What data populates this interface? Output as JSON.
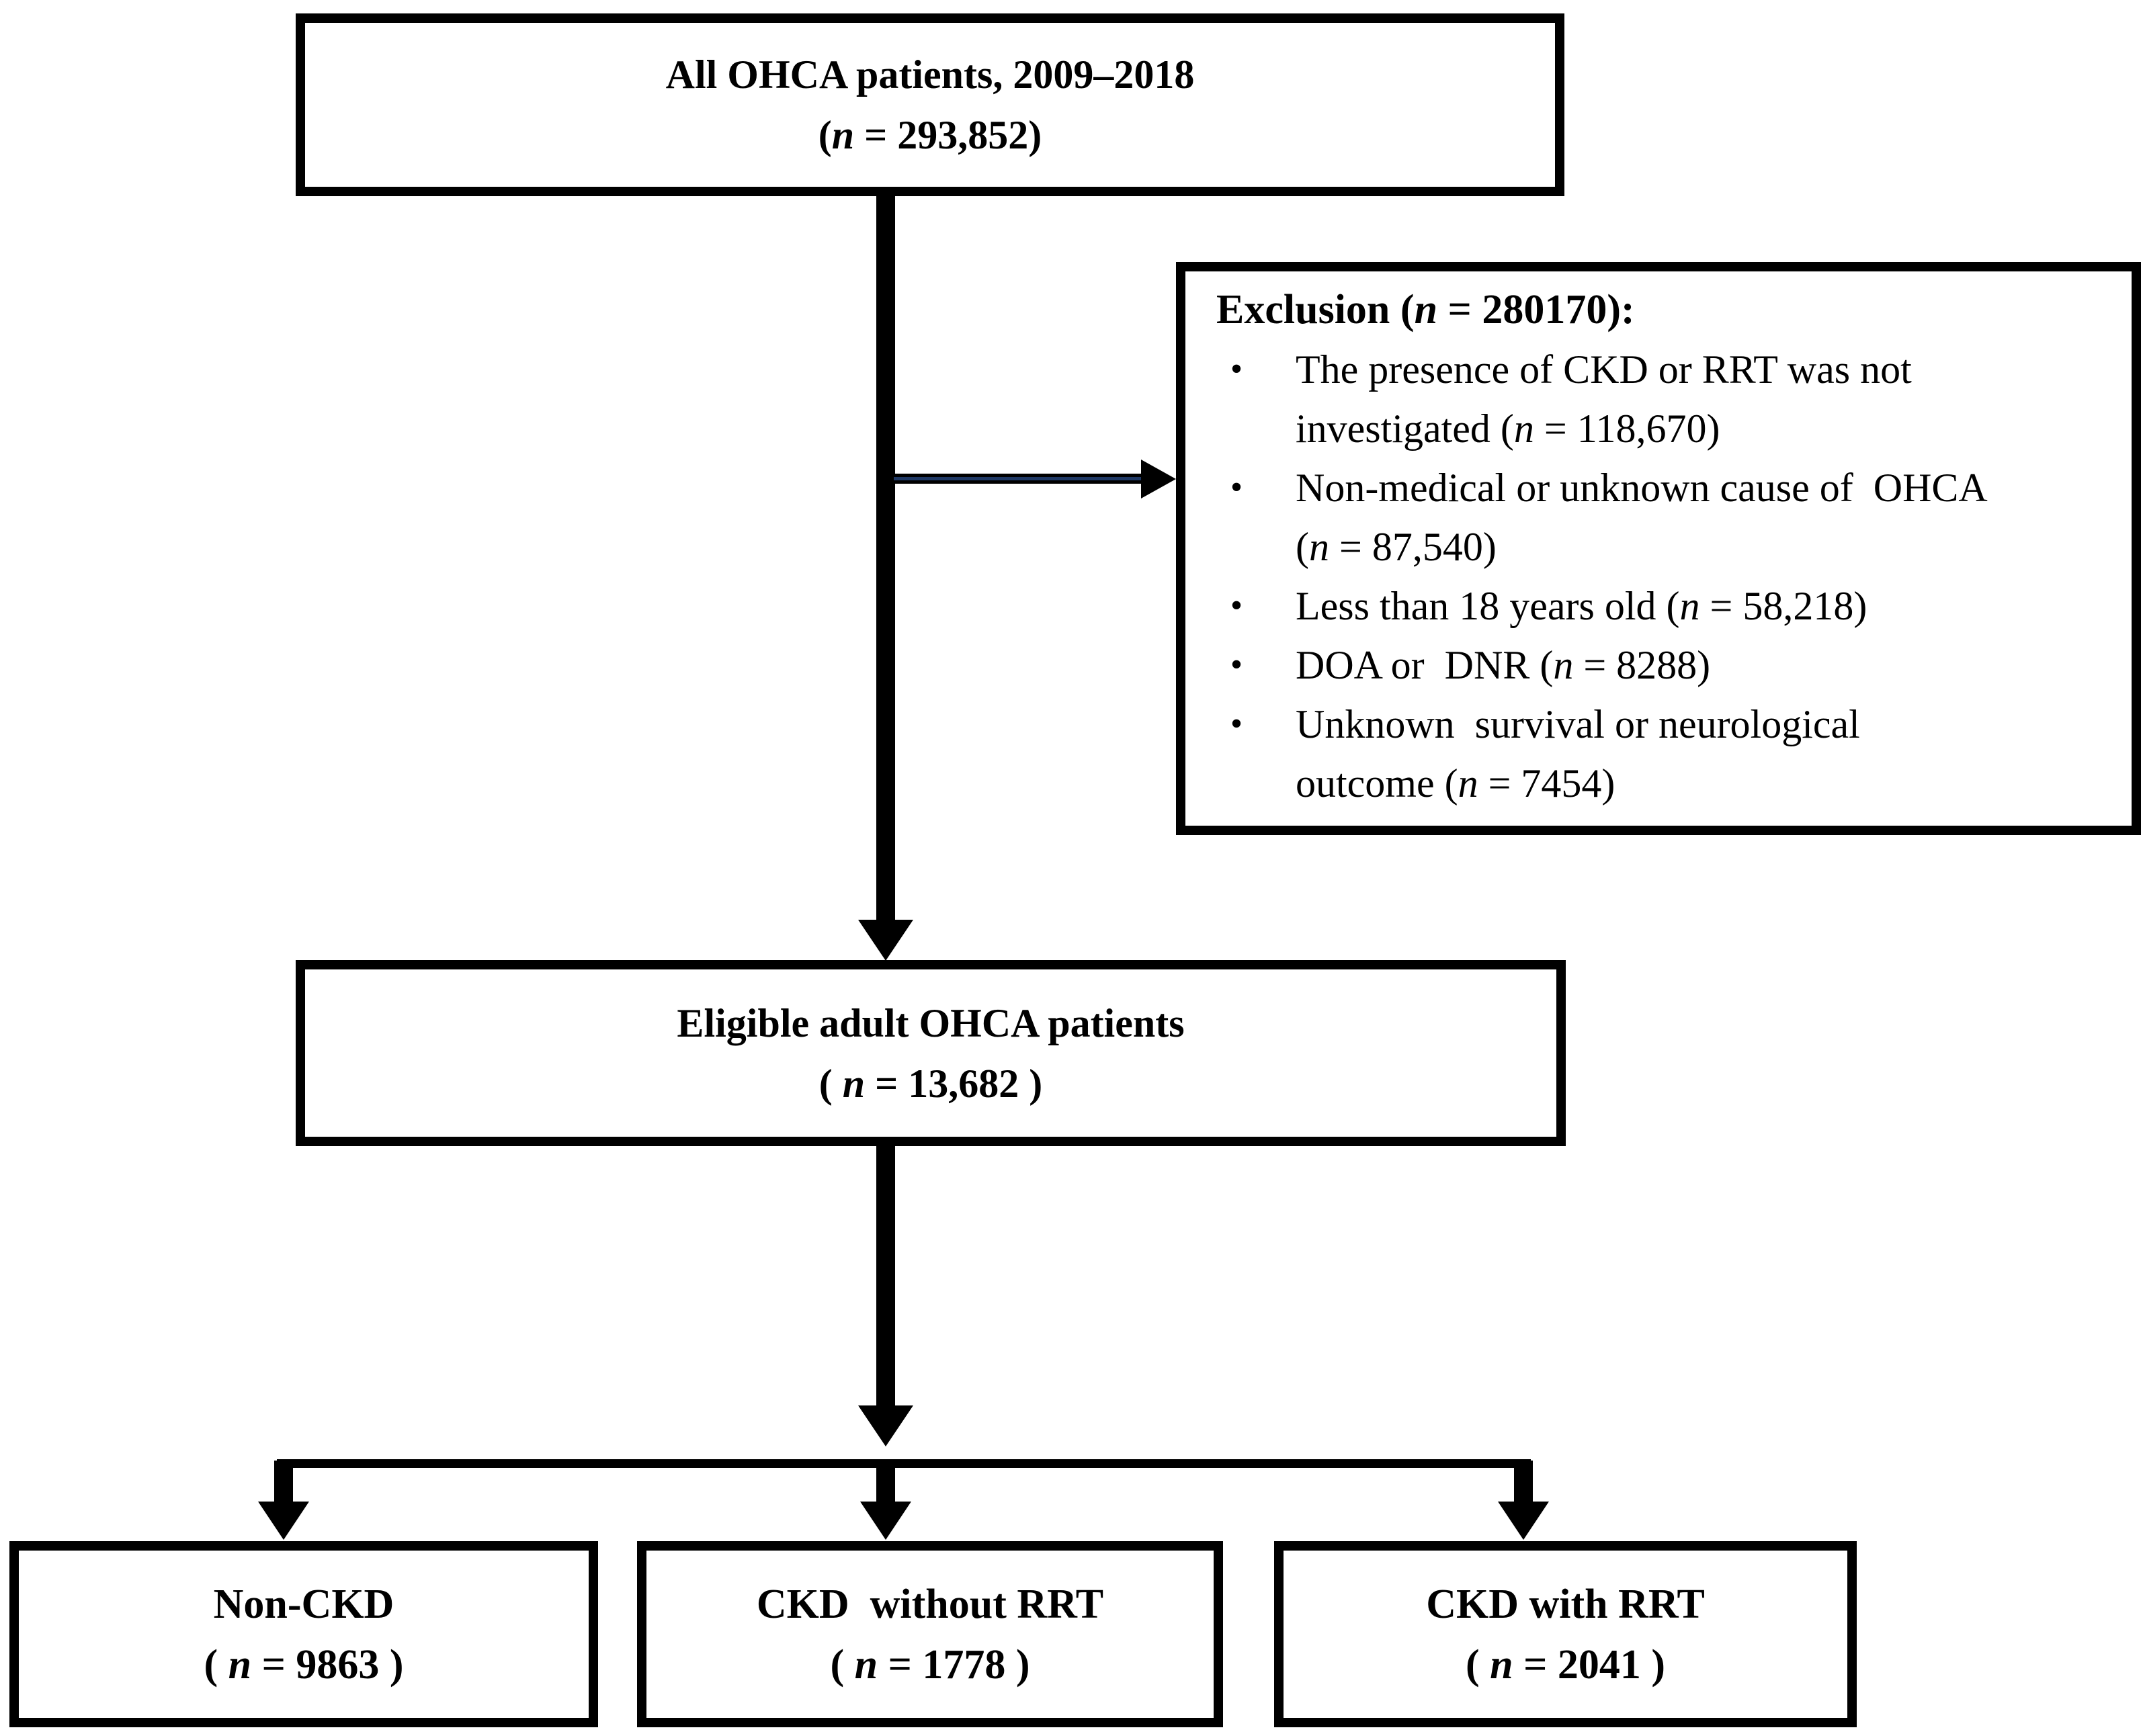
{
  "figure": {
    "background_color": "#ffffff",
    "line_color": "#000000",
    "exclusion_arrow_core_color": "#1f3864",
    "bullet_glyph": "•"
  },
  "nodes": {
    "all_patients": {
      "line1": "All OHCA patients, 2009–2018",
      "count": {
        "pre": "(",
        "n": "n",
        "post": " = 293,852)"
      }
    },
    "exclusion": {
      "heading": {
        "pre": "Exclusion (",
        "n": "n",
        "post": " = 280170):"
      },
      "bullets": [
        {
          "lines": [
            {
              "pre": "The presence of CKD or RRT was not"
            },
            {
              "pre": "investigated (",
              "n": "n",
              "post": " = 118,670)"
            }
          ]
        },
        {
          "lines": [
            {
              "pre": "Non-medical or unknown cause of  OHCA"
            },
            {
              "pre": "(",
              "n": "n",
              "post": " = 87,540)"
            }
          ]
        },
        {
          "lines": [
            {
              "pre": "Less than 18 years old (",
              "n": "n",
              "post": " = 58,218)"
            }
          ]
        },
        {
          "lines": [
            {
              "pre": "DOA or  DNR (",
              "n": "n",
              "post": " = 8288)"
            }
          ]
        },
        {
          "lines": [
            {
              "pre": "Unknown  survival or neurological"
            },
            {
              "pre": "outcome (",
              "n": "n",
              "post": " = 7454)"
            }
          ]
        }
      ]
    },
    "eligible": {
      "line1": "Eligible adult OHCA patients",
      "count": {
        "pre": "( ",
        "n": "n",
        "post": " = 13,682 )"
      }
    },
    "non_ckd": {
      "line1": "Non-CKD",
      "count": {
        "pre": "( ",
        "n": "n",
        "post": " = 9863 )"
      }
    },
    "ckd_without_rrt": {
      "line1": "CKD  without RRT",
      "count": {
        "pre": "( ",
        "n": "n",
        "post": " = 1778 )"
      }
    },
    "ckd_with_rrt": {
      "line1": "CKD with RRT",
      "count": {
        "pre": "( ",
        "n": "n",
        "post": " = 2041 )"
      }
    }
  }
}
